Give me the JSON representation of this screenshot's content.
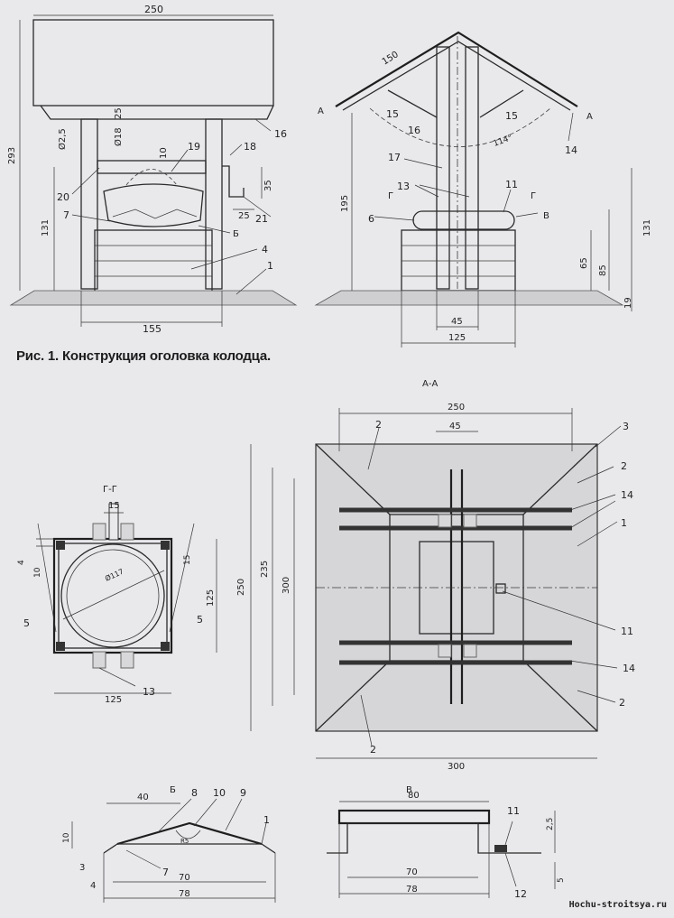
{
  "caption": "Рис. 1. Конструкция оголовка колодца.",
  "watermark": "Hochu-stroitsya.ru",
  "section_titles": {
    "aa": "А-А",
    "gg": "Г-Г",
    "b": "Б",
    "v": "В"
  },
  "front_view": {
    "dims": [
      "250",
      "293",
      "131",
      "155",
      "Ø18",
      "25",
      "Ø2,5",
      "10",
      "35",
      "25"
    ],
    "labels": [
      "16",
      "18",
      "19",
      "20",
      "21",
      "7",
      "Б",
      "4",
      "1"
    ]
  },
  "side_view": {
    "dims": [
      "150",
      "114°",
      "195",
      "131",
      "65",
      "85",
      "19",
      "45",
      "125"
    ],
    "labels": [
      "А",
      "А",
      "15",
      "15",
      "16",
      "14",
      "17",
      "13",
      "11",
      "6",
      "Г",
      "Г",
      "В"
    ]
  },
  "section_gg": {
    "dims": [
      "15",
      "4",
      "10",
      "15",
      "125",
      "Ø117",
      "125"
    ],
    "labels": [
      "5",
      "5",
      "13"
    ]
  },
  "section_aa": {
    "dims": [
      "250",
      "45",
      "300",
      "250",
      "235",
      "300"
    ],
    "labels": [
      "3",
      "2",
      "14",
      "1",
      "11",
      "14",
      "2",
      "2",
      "2"
    ]
  },
  "detail_b": {
    "dims": [
      "40",
      "10",
      "3",
      "4",
      "70",
      "78",
      "R5"
    ],
    "labels": [
      "8",
      "10",
      "9",
      "7",
      "1"
    ]
  },
  "detail_v": {
    "dims": [
      "80",
      "2,5",
      "70",
      "78",
      "5"
    ],
    "labels": [
      "11",
      "12"
    ]
  }
}
